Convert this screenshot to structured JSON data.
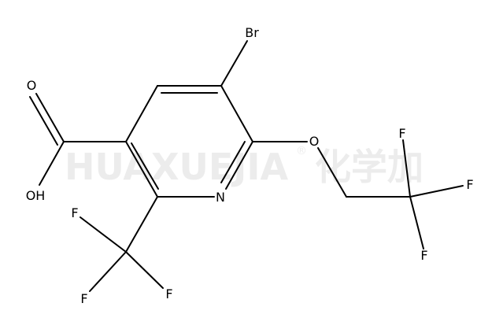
{
  "watermark": {
    "latin": "HUAXUEJIA",
    "registered": "®",
    "cjk": "化学加"
  },
  "atoms": {
    "br": "Br",
    "o_carbonyl": "O",
    "oh": "OH",
    "n": "N",
    "o_ether": "O",
    "f_cf3_1": "F",
    "f_cf3_2": "F",
    "f_cf3_3": "F",
    "f_ch2cf3_1": "F",
    "f_ch2cf3_2": "F",
    "f_ch2cf3_3": "F"
  },
  "colors": {
    "bond": "#000000",
    "watermark": "#ececec"
  }
}
